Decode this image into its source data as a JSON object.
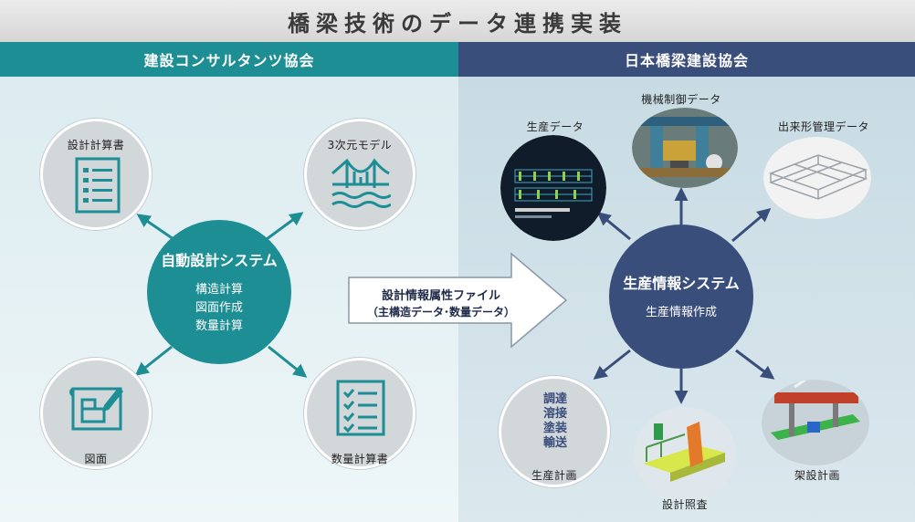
{
  "title": "橋梁技術のデータ連携実装",
  "left_section": {
    "header": "建設コンサルタンツ協会",
    "hub": {
      "title": "自動設計システム",
      "lines": [
        "構造計算",
        "図面作成",
        "数量計算"
      ]
    },
    "nodes": {
      "calc_doc": "設計計算書",
      "model_3d": "3次元モデル",
      "drawing": "図面",
      "quantity_doc": "数量計算書"
    }
  },
  "transfer_arrow": {
    "line1": "設計情報属性ファイル",
    "line2": "（主構造データ･数量データ）"
  },
  "right_section": {
    "header": "日本橋梁建設協会",
    "hub": {
      "title": "生産情報システム",
      "lines": [
        "生産情報作成"
      ]
    },
    "nodes": {
      "production_data": "生産データ",
      "machine_control": "機械制御データ",
      "shape_management": "出来形管理データ",
      "production_plan": "生産計画",
      "production_plan_items": [
        "調達",
        "溶接",
        "塗装",
        "輸送"
      ],
      "design_check": "設計照査",
      "erection_plan": "架設計画"
    }
  },
  "colors": {
    "teal": "#1e8e95",
    "navy": "#3a4e7c",
    "circle_gray": "#d2d7da"
  }
}
